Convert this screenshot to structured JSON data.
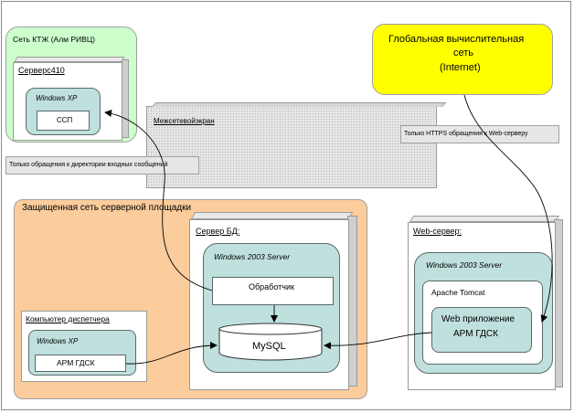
{
  "ktzh_network": {
    "label": "Сеть КТЖ (Алм РИВЦ)"
  },
  "server_410": {
    "label": "Серверс410",
    "os": "Windows XP",
    "app": "ССП"
  },
  "internet": {
    "line1": "Глобальная вычислительная",
    "line2": "сеть",
    "line3": "(Internet)"
  },
  "firewall": {
    "label": "Межсетевойэкран"
  },
  "notes": {
    "dir_access": "Только обращения к директории входных сообщений",
    "https_access": "Только HTTPS обращения к Web-серверу"
  },
  "secure_net": {
    "label": "Защищенная сеть серверной площадки"
  },
  "db_server": {
    "label": "Сервер БД:",
    "os": "Windows 2003 Server",
    "handler": "Обработчик",
    "db": "MySQL"
  },
  "web_server": {
    "label": "Web-сервер:",
    "os": "Windows 2003 Server",
    "container": "Apache Tomcat",
    "app_line1": "Web приложение",
    "app_line2": "АРМ ГДСК"
  },
  "dispatcher_pc": {
    "label": "Компьютер диспетчера",
    "os": "Windows XP",
    "app": "АРМ ГДСК"
  },
  "colors": {
    "ktzh_fill": "#ccffcc",
    "internet_fill": "#ffff00",
    "secure_fill": "#fbcc9c",
    "os_fill": "#bfe0dd",
    "firewall_fill": "#e5e5e5"
  }
}
